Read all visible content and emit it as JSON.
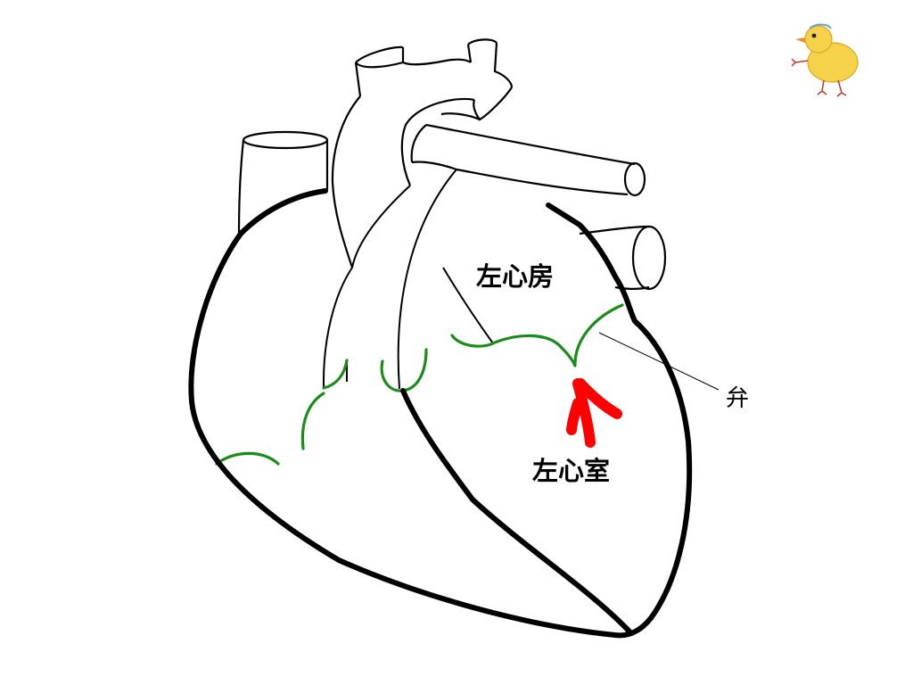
{
  "labels": {
    "left_atrium": "左心房",
    "left_ventricle": "左心室",
    "valve": "弁"
  },
  "colors": {
    "outline": "#000000",
    "valve_line": "#1a8c1a",
    "arrow": "#ff0000",
    "chick_body": "#f5d24a",
    "chick_beak": "#e8902a"
  },
  "icons": {
    "mascot": "chick-icon",
    "flow": "arrow-up-icon"
  }
}
